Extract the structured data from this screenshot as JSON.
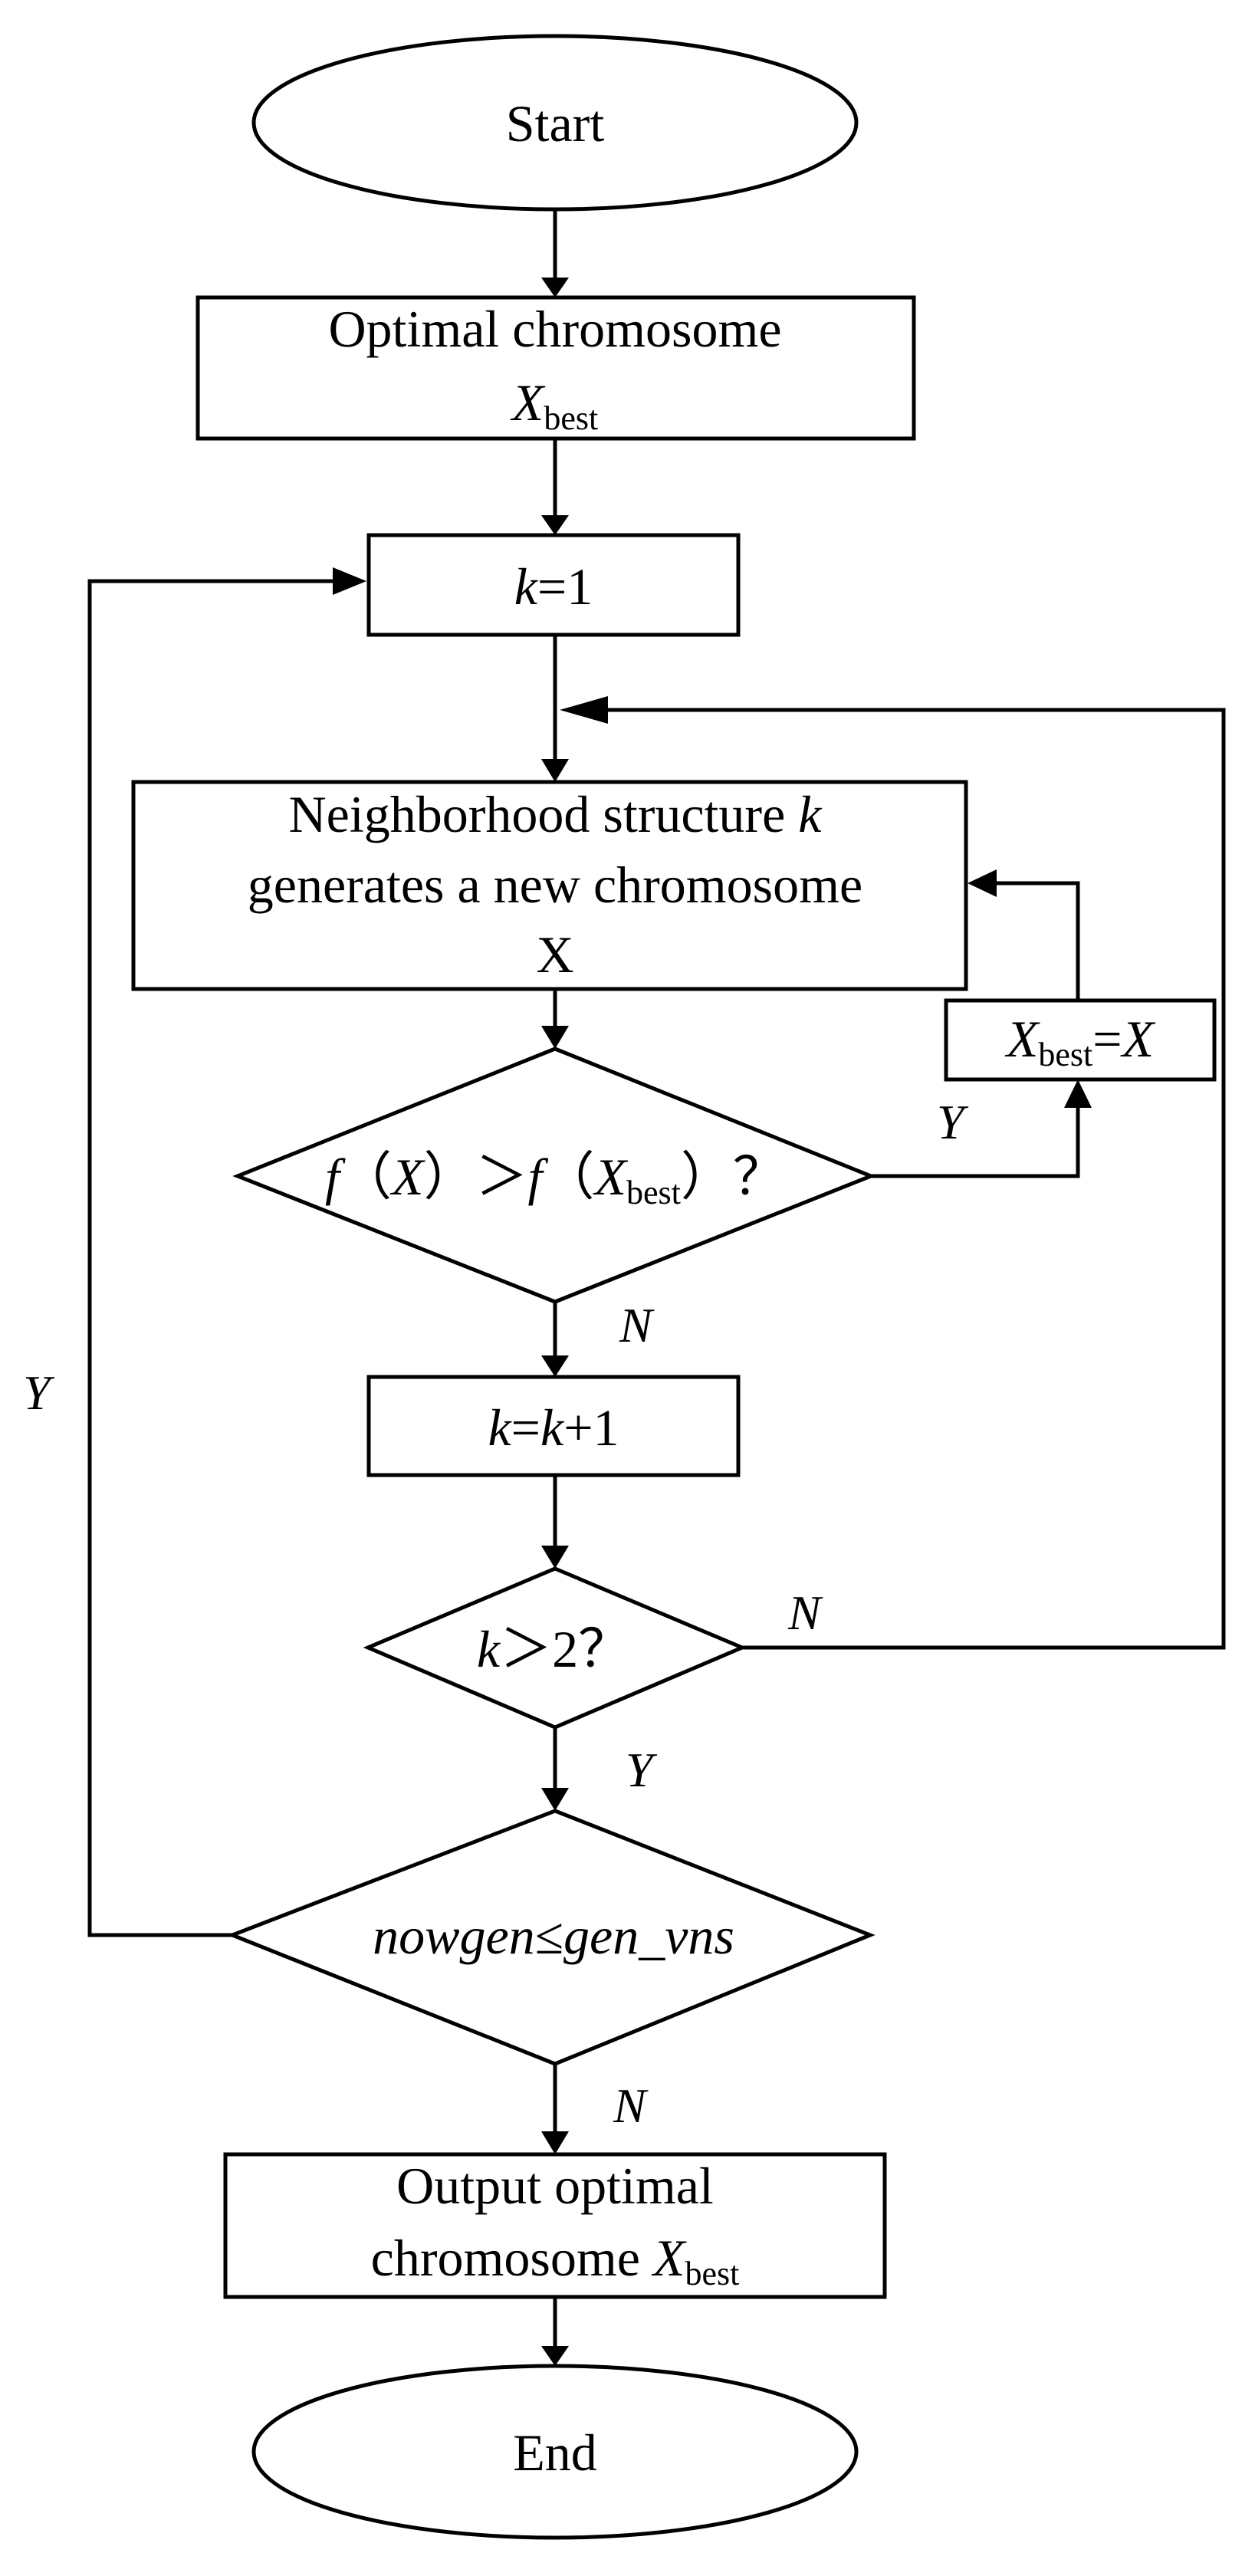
{
  "nodes": {
    "start": {
      "label": "Start"
    },
    "optimal": {
      "line1": "Optimal chromosome",
      "var": "X",
      "sub": "best"
    },
    "k1": {
      "var": "k",
      "rest": "=1"
    },
    "neighborhood": {
      "line1_text": "Neighborhood structure ",
      "line1_var": "k",
      "line2": "generates a new chromosome",
      "line3": "X"
    },
    "update": {
      "var": "X",
      "sub": "best",
      "eq": "=",
      "rhs": "X"
    },
    "compare": {
      "f1": "f",
      "open1": "（",
      "x1": "X",
      "close1": "）",
      "gt": "＞",
      "f2": "f",
      "open2": "（",
      "x2": "X",
      "sub": "best",
      "close2": "）",
      "q": "？"
    },
    "kinc": {
      "k1": "k",
      "eq": "=",
      "k2": "k",
      "rest": "+1"
    },
    "kgt2": {
      "k": "k",
      "gt": "＞",
      "rest": "2？"
    },
    "nowgen": {
      "left": "nowgen",
      "le": "≤",
      "right": "gen_vns"
    },
    "output": {
      "line1": "Output optimal",
      "line2": "chromosome ",
      "var": "X",
      "sub": "best"
    },
    "end": {
      "label": "End"
    }
  },
  "edge_labels": {
    "compare_yes": "Y",
    "compare_no": "N",
    "kgt2_no": "N",
    "kgt2_yes": "Y",
    "nowgen_yes": "Y",
    "nowgen_no": "N"
  }
}
